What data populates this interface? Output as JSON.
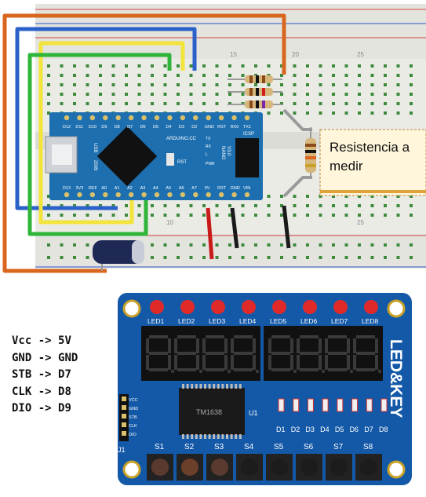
{
  "note": {
    "line1": "Resistencia a",
    "line2": "medir"
  },
  "breadboard": {
    "col_labels": [
      "15",
      "20",
      "25",
      "10"
    ]
  },
  "arduino": {
    "top_pins": [
      "D12",
      "D11",
      "D10",
      "D9",
      "D8",
      "D7",
      "D6",
      "D5",
      "D4",
      "D3",
      "D2",
      "GND",
      "RST",
      "RX0",
      "TX1"
    ],
    "bottom_pins": [
      "D13",
      "3V3",
      "REF",
      "A0",
      "A1",
      "A2",
      "A3",
      "A4",
      "A5",
      "A6",
      "A7",
      "5V",
      "RST",
      "GND",
      "VIN"
    ],
    "board_text": [
      "ARDUINO.CC",
      "NANO",
      "V3.0",
      "ICSP",
      "USB",
      "2009",
      "RST",
      "PWR",
      "TX",
      "RX",
      "L"
    ]
  },
  "module": {
    "title": "LED&KEY",
    "chip": "TM1638",
    "chip_ref": "U1",
    "connector": "J1",
    "connector_pins": [
      "VCC",
      "GND",
      "STB",
      "CLK",
      "DIO"
    ],
    "leds": [
      "LED1",
      "LED2",
      "LED3",
      "LED4",
      "LED5",
      "LED6",
      "LED7",
      "LED8"
    ],
    "diodes": [
      "D1",
      "D2",
      "D3",
      "D4",
      "D5",
      "D6",
      "D7",
      "D8"
    ],
    "switches": [
      "S1",
      "S2",
      "S3",
      "S4",
      "S5",
      "S6",
      "S7",
      "S8"
    ]
  },
  "pinmap": [
    {
      "name": "Vcc",
      "target": "5V"
    },
    {
      "name": "GND",
      "target": "GND"
    },
    {
      "name": "STB",
      "target": "D7"
    },
    {
      "name": "CLK",
      "target": "D8"
    },
    {
      "name": "DIO",
      "target": "D9"
    }
  ],
  "colors": {
    "orange": "#d9661f",
    "blue": "#2a62c9",
    "yellow": "#f2e43a",
    "green": "#2fb53a",
    "board": "#1d6fb0",
    "pcb": "#1459a8"
  }
}
